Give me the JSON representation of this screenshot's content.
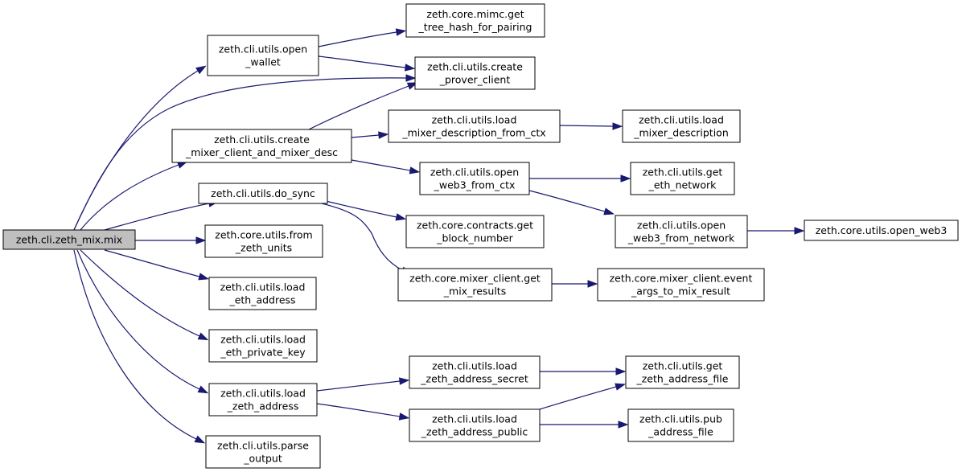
{
  "colors": {
    "edge": "#191970",
    "node_fill": "#ffffff",
    "root_fill": "#bfbfbf",
    "node_border": "#000000"
  },
  "nodes": [
    {
      "id": "mix",
      "lines": [
        "zeth.cli.zeth_mix.mix"
      ],
      "root": true
    },
    {
      "id": "open_wallet",
      "lines": [
        "zeth.cli.utils.open",
        "_wallet"
      ]
    },
    {
      "id": "create_mixer_client_and_mixer_desc",
      "lines": [
        "zeth.cli.utils.create",
        "_mixer_client_and_mixer_desc"
      ]
    },
    {
      "id": "do_sync",
      "lines": [
        "zeth.cli.utils.do_sync"
      ]
    },
    {
      "id": "from_zeth_units",
      "lines": [
        "zeth.core.utils.from",
        "_zeth_units"
      ]
    },
    {
      "id": "load_eth_address",
      "lines": [
        "zeth.cli.utils.load",
        "_eth_address"
      ]
    },
    {
      "id": "load_eth_private_key",
      "lines": [
        "zeth.cli.utils.load",
        "_eth_private_key"
      ]
    },
    {
      "id": "load_zeth_address",
      "lines": [
        "zeth.cli.utils.load",
        "_zeth_address"
      ]
    },
    {
      "id": "parse_output",
      "lines": [
        "zeth.cli.utils.parse",
        "_output"
      ]
    },
    {
      "id": "get_tree_hash_for_pairing",
      "lines": [
        "zeth.core.mimc.get",
        "_tree_hash_for_pairing"
      ]
    },
    {
      "id": "create_prover_client",
      "lines": [
        "zeth.cli.utils.create",
        "_prover_client"
      ]
    },
    {
      "id": "load_mixer_description_from_ctx",
      "lines": [
        "zeth.cli.utils.load",
        "_mixer_description_from_ctx"
      ]
    },
    {
      "id": "open_web3_from_ctx",
      "lines": [
        "zeth.cli.utils.open",
        "_web3_from_ctx"
      ]
    },
    {
      "id": "get_block_number",
      "lines": [
        "zeth.core.contracts.get",
        "_block_number"
      ]
    },
    {
      "id": "get_mix_results",
      "lines": [
        "zeth.core.mixer_client.get",
        "_mix_results"
      ]
    },
    {
      "id": "load_zeth_address_secret",
      "lines": [
        "zeth.cli.utils.load",
        "_zeth_address_secret"
      ]
    },
    {
      "id": "load_zeth_address_public",
      "lines": [
        "zeth.cli.utils.load",
        "_zeth_address_public"
      ]
    },
    {
      "id": "load_mixer_description",
      "lines": [
        "zeth.cli.utils.load",
        "_mixer_description"
      ]
    },
    {
      "id": "get_eth_network",
      "lines": [
        "zeth.cli.utils.get",
        "_eth_network"
      ]
    },
    {
      "id": "open_web3_from_network",
      "lines": [
        "zeth.cli.utils.open",
        "_web3_from_network"
      ]
    },
    {
      "id": "event_args_to_mix_result",
      "lines": [
        "zeth.core.mixer_client.event",
        "_args_to_mix_result"
      ]
    },
    {
      "id": "get_zeth_address_file",
      "lines": [
        "zeth.cli.utils.get",
        "_zeth_address_file"
      ]
    },
    {
      "id": "pub_address_file",
      "lines": [
        "zeth.cli.utils.pub",
        "_address_file"
      ]
    },
    {
      "id": "open_web3",
      "lines": [
        "zeth.core.utils.open_web3"
      ]
    }
  ],
  "edges": [
    {
      "from": "mix",
      "to": "open_wallet"
    },
    {
      "from": "mix",
      "to": "create_prover_client"
    },
    {
      "from": "mix",
      "to": "create_mixer_client_and_mixer_desc"
    },
    {
      "from": "mix",
      "to": "do_sync"
    },
    {
      "from": "mix",
      "to": "from_zeth_units"
    },
    {
      "from": "mix",
      "to": "load_eth_address"
    },
    {
      "from": "mix",
      "to": "load_eth_private_key"
    },
    {
      "from": "mix",
      "to": "load_zeth_address"
    },
    {
      "from": "mix",
      "to": "parse_output"
    },
    {
      "from": "open_wallet",
      "to": "get_tree_hash_for_pairing"
    },
    {
      "from": "open_wallet",
      "to": "create_prover_client"
    },
    {
      "from": "create_mixer_client_and_mixer_desc",
      "to": "create_prover_client"
    },
    {
      "from": "create_mixer_client_and_mixer_desc",
      "to": "load_mixer_description_from_ctx"
    },
    {
      "from": "create_mixer_client_and_mixer_desc",
      "to": "open_web3_from_ctx"
    },
    {
      "from": "load_mixer_description_from_ctx",
      "to": "load_mixer_description"
    },
    {
      "from": "open_web3_from_ctx",
      "to": "get_eth_network"
    },
    {
      "from": "open_web3_from_ctx",
      "to": "open_web3_from_network"
    },
    {
      "from": "open_web3_from_network",
      "to": "open_web3"
    },
    {
      "from": "do_sync",
      "to": "get_block_number"
    },
    {
      "from": "do_sync",
      "to": "get_mix_results"
    },
    {
      "from": "get_mix_results",
      "to": "event_args_to_mix_result"
    },
    {
      "from": "load_zeth_address",
      "to": "load_zeth_address_secret"
    },
    {
      "from": "load_zeth_address",
      "to": "load_zeth_address_public"
    },
    {
      "from": "load_zeth_address_secret",
      "to": "get_zeth_address_file"
    },
    {
      "from": "load_zeth_address_public",
      "to": "get_zeth_address_file"
    },
    {
      "from": "load_zeth_address_public",
      "to": "pub_address_file"
    }
  ]
}
